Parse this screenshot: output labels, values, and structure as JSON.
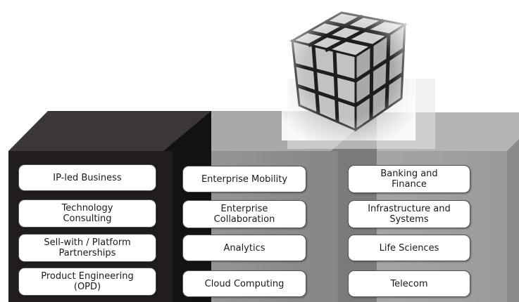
{
  "colors": {
    "block_dark_front": "#1f1b1b",
    "block_dark_top": "#3a3636",
    "block_mid_front": "#8f8f8f",
    "block_mid_top": "#a6a6a6",
    "block_light_front": "#a2a2a2",
    "block_light_side": "#8a8a8a",
    "pill_border": "#555555",
    "cube_face": "#d8d8d8",
    "cube_grid": "#222222"
  },
  "image": {
    "name": "rubiks-cube-graphic"
  },
  "blocks": [
    {
      "name": "service-offerings-block",
      "items": [
        "IP-led Business",
        "Technology\nConsulting",
        "Sell-with / Platform\nPartnerships",
        "Product Engineering\n(OPD)"
      ]
    },
    {
      "name": "technology-block",
      "items": [
        "Enterprise Mobility",
        "Enterprise\nCollaboration",
        "Analytics",
        "Cloud Computing"
      ]
    },
    {
      "name": "industry-block",
      "items": [
        "Banking and\nFinance",
        "Infrastructure and\nSystems",
        "Life Sciences",
        "Telecom"
      ]
    }
  ]
}
